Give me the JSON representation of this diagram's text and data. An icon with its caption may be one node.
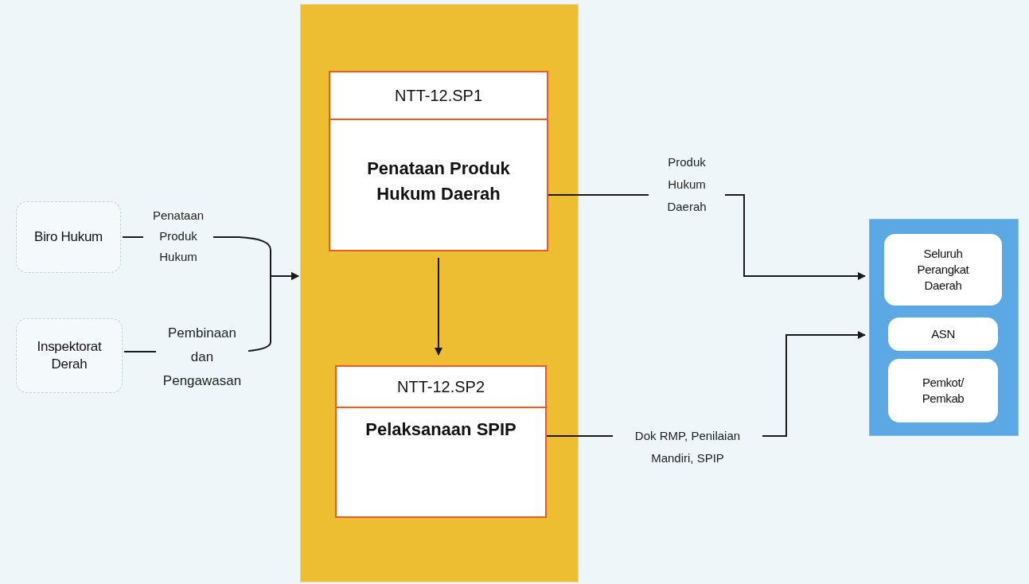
{
  "diagram": {
    "nodes": [
      {
        "text": [
          "Biro Hukum"
        ]
      },
      {
        "text": [
          "Inspektorat Derah"
        ]
      },
      {
        "text": [],
        "shape": "box"
      },
      {
        "text": [
          "NTT-12.SP1",
          "Penataan Produk Hukum Daerah"
        ],
        "in": 2
      },
      {
        "text": [
          "NTT-12.SP2",
          "Pelaksanaan SPIP"
        ],
        "in": 2
      },
      {
        "text": [],
        "shape": "box"
      },
      {
        "text": [
          "Seluruh Perangkat Daerah"
        ],
        "in": 5
      },
      {
        "text": [
          "ASN"
        ],
        "in": 5
      },
      {
        "text": [
          "Pemkot/ Pemkab"
        ],
        "in": 5
      }
    ],
    "edges": [
      {
        "from": 0,
        "to": 2,
        "arrow": "to",
        "label": "Penataan Produk Hukum"
      },
      {
        "from": 1,
        "to": 2,
        "arrow": "to",
        "label": "Pembinaan dan Pengawasan"
      },
      {
        "from": 3,
        "to": 4,
        "arrow": "to"
      },
      {
        "from": 3,
        "to": 5,
        "arrow": "to",
        "label": "Produk Hukum Daerah"
      },
      {
        "from": 4,
        "to": 5,
        "arrow": "to",
        "label": "Dok RMP, Penilaian Mandiri, SPIP"
      }
    ]
  }
}
